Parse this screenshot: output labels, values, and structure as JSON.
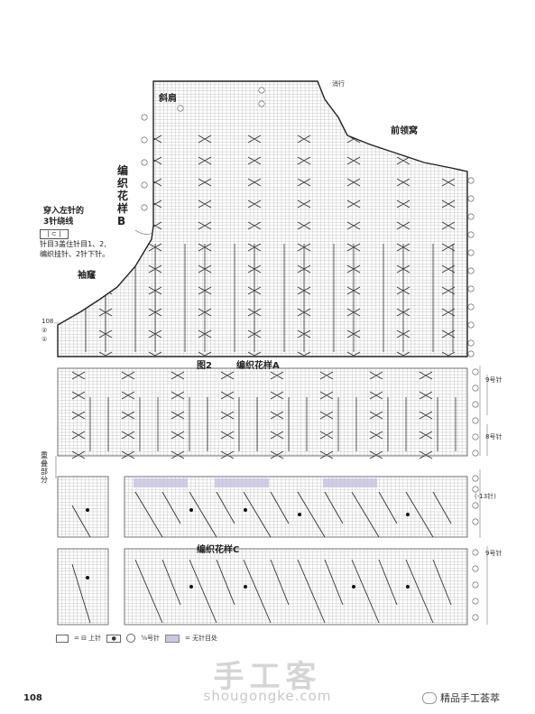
{
  "labels": {
    "shoulder": "斜肩",
    "end_row": "消行",
    "front_neck": "前领窝",
    "pattern_b": "编织花样B",
    "thread_title": "穿入左针的",
    "thread_title2": "3针绕线",
    "thread_note1": "针目3盖住针目1、2,",
    "thread_note2": "编织挂针、2针下针。",
    "armhole": "袖窿",
    "figure": "图2",
    "pattern_a": "编织花样A",
    "overlap": "重叠部分",
    "pattern_c": "编织花样C",
    "nine_needles_1": "9号针",
    "eight_needles": "8号针",
    "nine_needles_2": "9号针",
    "minus13": "(-13针)"
  },
  "left_numbers": [
    "108",
    "②",
    "①"
  ],
  "legend": {
    "knit": "= ⊟ 上针",
    "size": "⅝号针",
    "no_stitch": "= 无针目处"
  },
  "page_number": "108",
  "watermark": {
    "cn": "手工客",
    "url": "shougongke.com",
    "brand": "精品手工荟萃"
  }
}
